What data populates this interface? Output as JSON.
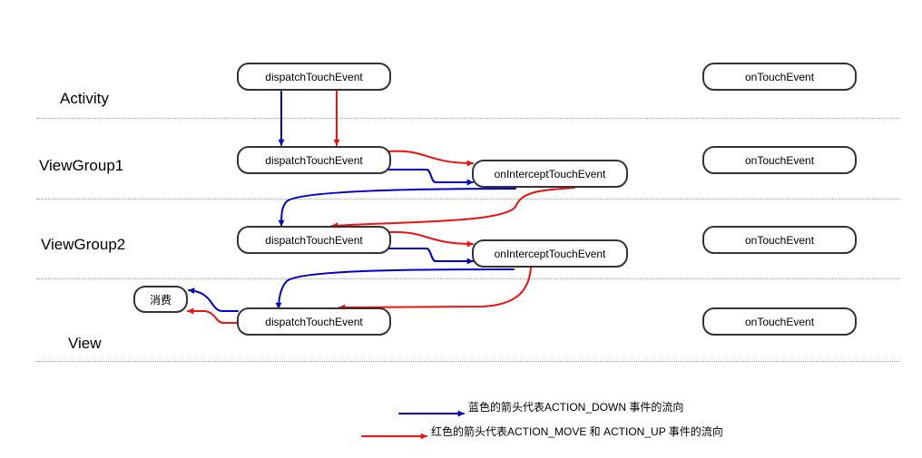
{
  "layers": {
    "activity": "Activity",
    "viewgroup1": "ViewGroup1",
    "viewgroup2": "ViewGroup2",
    "view": "View"
  },
  "nodes": {
    "activity_dispatch": "dispatchTouchEvent",
    "activity_ontouch": "onTouchEvent",
    "vg1_dispatch": "dispatchTouchEvent",
    "vg1_intercept": "onInterceptTouchEvent",
    "vg1_ontouch": "onTouchEvent",
    "vg2_dispatch": "dispatchTouchEvent",
    "vg2_intercept": "onInterceptTouchEvent",
    "vg2_ontouch": "onTouchEvent",
    "view_dispatch": "dispatchTouchEvent",
    "view_ontouch": "onTouchEvent",
    "consume": "消费"
  },
  "legend": {
    "blue": "蓝色的箭头代表ACTION_DOWN 事件的流向",
    "red": "红色的箭头代表ACTION_MOVE 和 ACTION_UP 事件的流向"
  },
  "colors": {
    "action_down": "#0000cc",
    "action_move_up": "#ee1111",
    "node_border": "#333333",
    "divider": "#9a9a9a"
  }
}
